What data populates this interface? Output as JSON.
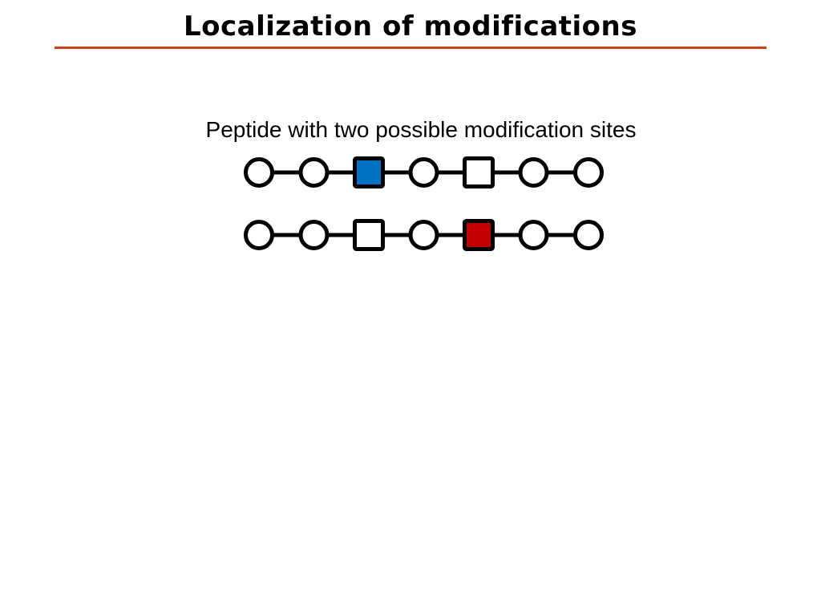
{
  "slide": {
    "title": "Localization of modifications",
    "subtitle": "Peptide with two possible modification sites"
  },
  "colors": {
    "title_rule": "#c8461a",
    "outline": "#000000",
    "unmodified_fill": "#ffffff",
    "modified_site_1": "#0070c0",
    "modified_site_2": "#c00000"
  },
  "peptides": [
    {
      "residues": [
        {
          "shape": "circle",
          "fill": "#ffffff"
        },
        {
          "shape": "circle",
          "fill": "#ffffff"
        },
        {
          "shape": "square",
          "fill": "#0070c0"
        },
        {
          "shape": "circle",
          "fill": "#ffffff"
        },
        {
          "shape": "square",
          "fill": "#ffffff"
        },
        {
          "shape": "circle",
          "fill": "#ffffff"
        },
        {
          "shape": "circle",
          "fill": "#ffffff"
        }
      ]
    },
    {
      "residues": [
        {
          "shape": "circle",
          "fill": "#ffffff"
        },
        {
          "shape": "circle",
          "fill": "#ffffff"
        },
        {
          "shape": "square",
          "fill": "#ffffff"
        },
        {
          "shape": "circle",
          "fill": "#ffffff"
        },
        {
          "shape": "square",
          "fill": "#c00000"
        },
        {
          "shape": "circle",
          "fill": "#ffffff"
        },
        {
          "shape": "circle",
          "fill": "#ffffff"
        }
      ]
    }
  ]
}
